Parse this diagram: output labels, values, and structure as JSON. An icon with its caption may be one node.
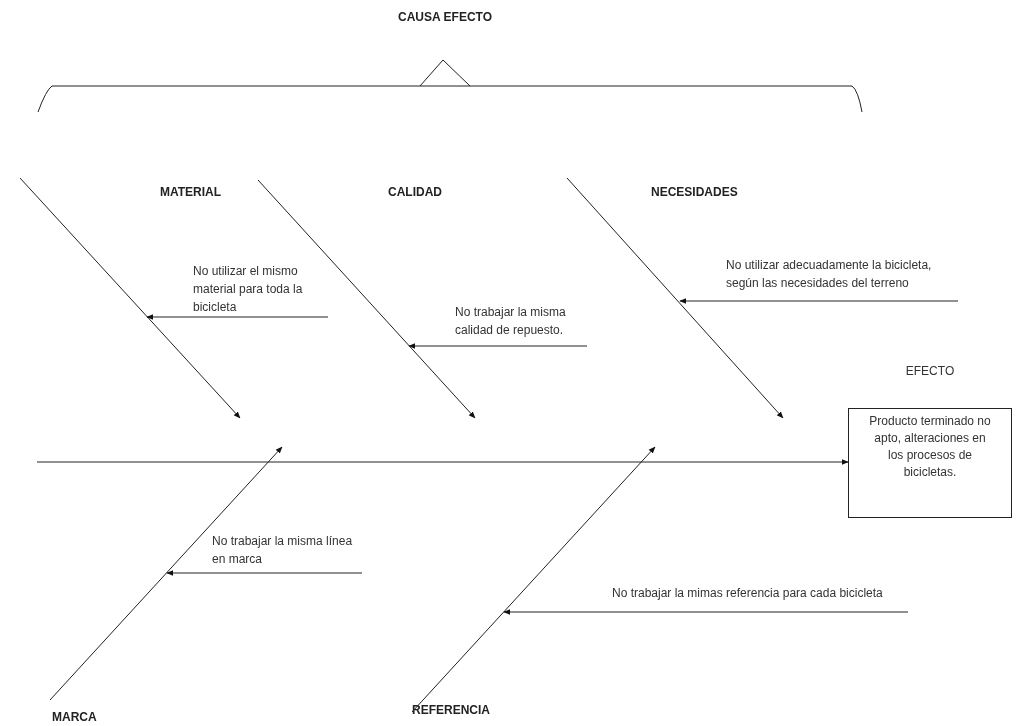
{
  "diagram": {
    "title": "CAUSA EFECTO",
    "nodes": [
      {
        "text": [
          "EFECTO",
          "Producto terminado no apto, alteraciones en los procesos de bicicletas."
        ]
      },
      {
        "text": [
          "No utilizar el mismo material para toda la bicicleta"
        ]
      },
      {
        "text": [
          "No trabajar la misma calidad de repuesto."
        ]
      },
      {
        "text": [
          "No utilizar adecuadamente la bicicleta, según las necesidades del terreno"
        ]
      },
      {
        "text": [
          "No trabajar la misma línea en marca"
        ]
      },
      {
        "text": [
          "No trabajar la mimas referencia para cada bicicleta"
        ]
      }
    ],
    "edges": [
      {
        "from": null,
        "to": 0,
        "arrow": "to"
      },
      {
        "from": 1,
        "to": null,
        "arrow": "to"
      },
      {
        "from": 2,
        "to": null,
        "arrow": "to"
      },
      {
        "from": 3,
        "to": null,
        "arrow": "to"
      },
      {
        "from": 4,
        "to": null,
        "arrow": "to"
      },
      {
        "from": 5,
        "to": null,
        "arrow": "to"
      }
    ],
    "labels": [
      "MATERIAL",
      "CALIDAD",
      "NECESIDADES",
      "MARCA",
      "REFERENCIA"
    ]
  }
}
